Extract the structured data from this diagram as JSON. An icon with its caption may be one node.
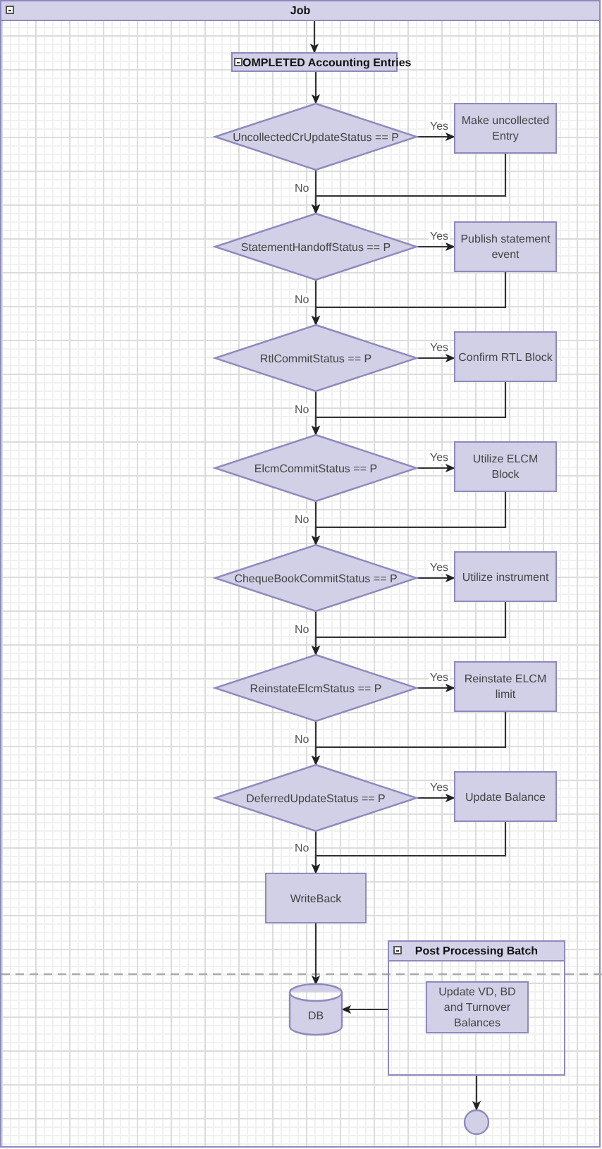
{
  "diagram": {
    "nodes": [
      {
        "text": [
          "Job"
        ]
      },
      {
        "text": [
          "OMPLETED Accounting Entries"
        ],
        "in": 0
      },
      {
        "text": [
          "UncollectedCrUpdateStatus == P"
        ],
        "in": 0
      },
      {
        "text": [
          "Make uncollected Entry"
        ],
        "in": 0
      },
      {
        "text": [
          "StatementHandoffStatus == P"
        ],
        "in": 0
      },
      {
        "text": [
          "Publish statement event"
        ],
        "in": 0
      },
      {
        "text": [
          "RtlCommitStatus == P"
        ],
        "in": 0
      },
      {
        "text": [
          "Confirm RTL Block"
        ],
        "in": 0
      },
      {
        "text": [
          "ElcmCommitStatus == P"
        ],
        "in": 0
      },
      {
        "text": [
          "Utilize ELCM Block"
        ],
        "in": 0
      },
      {
        "text": [
          "ChequeBookCommitStatus == P"
        ],
        "in": 0
      },
      {
        "text": [
          "Utilize instrument"
        ],
        "in": 0
      },
      {
        "text": [
          "ReinstateElcmStatus == P"
        ],
        "in": 0
      },
      {
        "text": [
          "Reinstate ELCM limit"
        ],
        "in": 0
      },
      {
        "text": [
          "DeferredUpdateStatus == P"
        ],
        "in": 0
      },
      {
        "text": [
          "Update Balance"
        ],
        "in": 0
      },
      {
        "text": [
          "WriteBack"
        ],
        "in": 0
      },
      {
        "text": [
          "DB"
        ],
        "in": 0
      },
      {
        "text": [
          "Post Processing Batch"
        ],
        "in": 0
      },
      {
        "text": [
          "Update VD, BD and Turnover Balances"
        ],
        "in": 18
      },
      {
        "text": [],
        "shape": "circle",
        "in": 0
      }
    ],
    "edges": [
      {
        "from": 0,
        "to": 1,
        "arrow": "to"
      },
      {
        "from": 1,
        "to": 2,
        "arrow": "to"
      },
      {
        "from": 2,
        "to": 3,
        "arrow": "to",
        "label": "Yes"
      },
      {
        "from": 2,
        "to": 4,
        "arrow": "to",
        "label": "No"
      },
      {
        "from": 3,
        "to": 4,
        "arrow": "to"
      },
      {
        "from": 4,
        "to": 5,
        "arrow": "to",
        "label": "Yes"
      },
      {
        "from": 4,
        "to": 6,
        "arrow": "to",
        "label": "No"
      },
      {
        "from": 5,
        "to": 6,
        "arrow": "to"
      },
      {
        "from": 6,
        "to": 7,
        "arrow": "to",
        "label": "Yes"
      },
      {
        "from": 6,
        "to": 8,
        "arrow": "to",
        "label": "No"
      },
      {
        "from": 7,
        "to": 8,
        "arrow": "to"
      },
      {
        "from": 8,
        "to": 9,
        "arrow": "to",
        "label": "Yes"
      },
      {
        "from": 8,
        "to": 10,
        "arrow": "to",
        "label": "No"
      },
      {
        "from": 9,
        "to": 10,
        "arrow": "to"
      },
      {
        "from": 10,
        "to": 11,
        "arrow": "to",
        "label": "Yes"
      },
      {
        "from": 10,
        "to": 12,
        "arrow": "to",
        "label": "No"
      },
      {
        "from": 11,
        "to": 12,
        "arrow": "to"
      },
      {
        "from": 12,
        "to": 13,
        "arrow": "to",
        "label": "Yes"
      },
      {
        "from": 12,
        "to": 14,
        "arrow": "to",
        "label": "No"
      },
      {
        "from": 13,
        "to": 14,
        "arrow": "to"
      },
      {
        "from": 14,
        "to": 15,
        "arrow": "to",
        "label": "Yes"
      },
      {
        "from": 14,
        "to": 16,
        "arrow": "to",
        "label": "No"
      },
      {
        "from": 15,
        "to": 16,
        "arrow": "to"
      },
      {
        "from": 16,
        "to": 17,
        "arrow": "to"
      },
      {
        "from": 18,
        "to": 17,
        "arrow": "to"
      },
      {
        "from": 18,
        "to": 20,
        "arrow": "to"
      }
    ]
  }
}
